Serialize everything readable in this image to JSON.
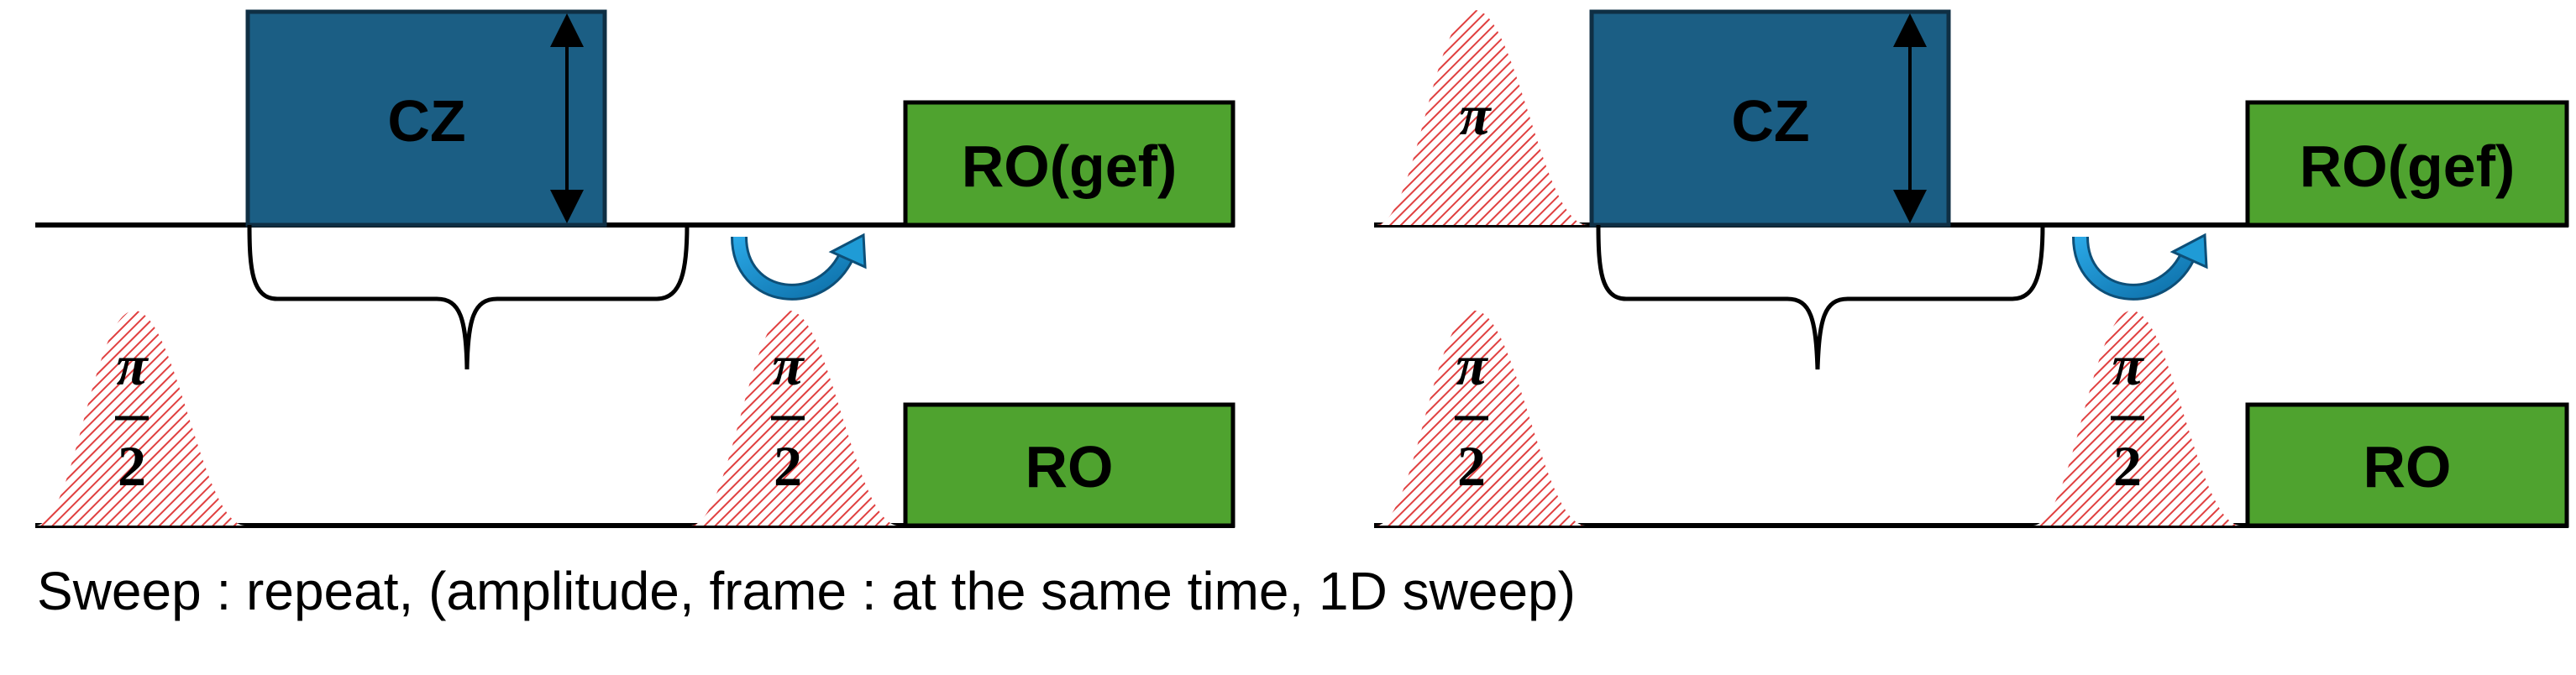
{
  "panels": [
    {
      "pi_pulse": null,
      "cz_label": "CZ",
      "ro_gef_label": "RO(gef)",
      "ro_label": "RO",
      "half_pi_numerator": "π",
      "half_pi_denominator": "2"
    },
    {
      "pi_pulse": "π",
      "cz_label": "CZ",
      "ro_gef_label": "RO(gef)",
      "ro_label": "RO",
      "half_pi_numerator": "π",
      "half_pi_denominator": "2"
    }
  ],
  "caption": "Sweep : repeat, (amplitude, frame : at the same time, 1D sweep)",
  "colors": {
    "cz_fill": "#1b5e84",
    "cz_border": "#0f2f44",
    "ro_fill": "#4fa32f",
    "pulse_hatch": "#e04040",
    "arrow": "#1f9bd6"
  }
}
